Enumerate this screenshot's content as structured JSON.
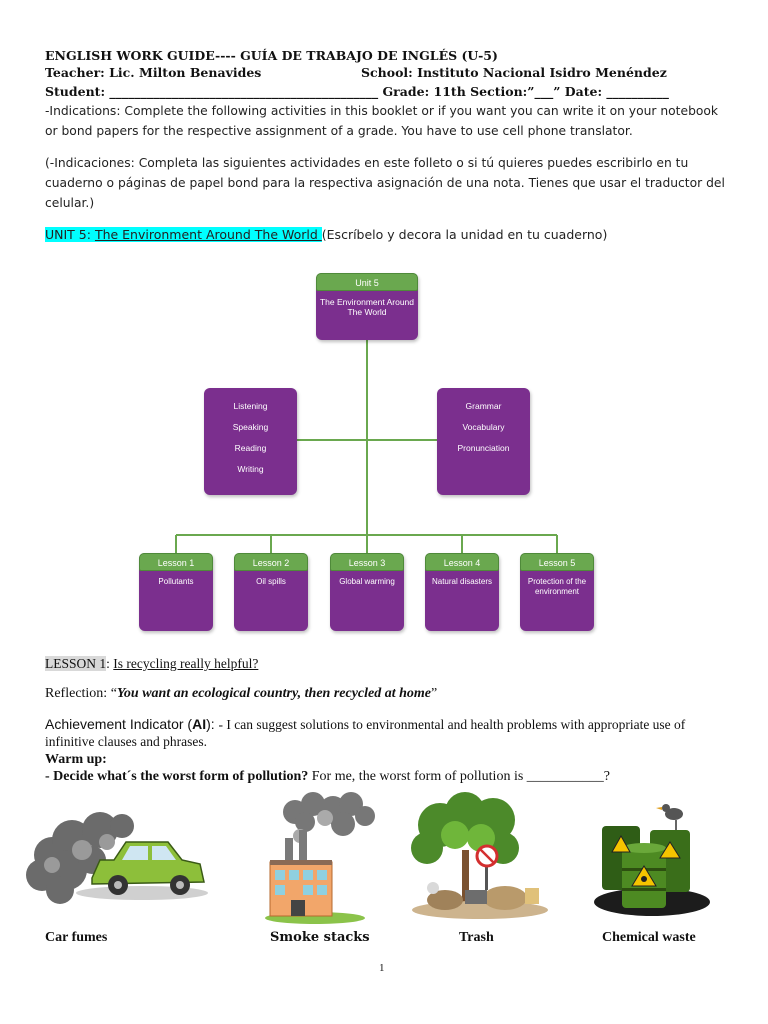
{
  "header": {
    "line1": "ENGLISH WORK GUIDE---- GUÍA DE TRABAJO DE INGLÉS (U-5)",
    "teacher": "Teacher: Lic. Milton Benavides",
    "school": "School: Instituto Nacional Isidro Menéndez",
    "student": "Student: ___________________________________________ Grade: 11th Section:”___” Date: __________"
  },
  "indications": {
    "en": "-Indications: Complete the following activities in this booklet or if you want you can write it on your notebook or bond papers for the respective assignment of a grade. You have to use cell phone translator.",
    "es": "(-Indicaciones: Completa las siguientes actividades en este folleto o si tú quieres puedes escribirlo en tu cuaderno o páginas de papel bond para la respectiva asignación de una nota. Tienes que usar el traductor del celular.)"
  },
  "unit": {
    "label": "UNIT 5: ",
    "title": " The Environment Around The World ",
    "note": "(Escríbelo y decora la unidad en tu cuaderno)"
  },
  "diagram": {
    "root": {
      "cap": "Unit 5",
      "body": "The Environment Around The World"
    },
    "skills_left": [
      "Listening",
      "Speaking",
      "Reading",
      "Writing"
    ],
    "skills_right": [
      "Grammar",
      "Vocabulary",
      "Pronunciation"
    ],
    "lessons": [
      {
        "cap": "Lesson 1",
        "body": "Pollutants"
      },
      {
        "cap": "Lesson 2",
        "body": "Oil spills"
      },
      {
        "cap": "Lesson 3",
        "body": "Global warming"
      },
      {
        "cap": "Lesson 4",
        "body": "Natural disasters"
      },
      {
        "cap": "Lesson 5",
        "body": "Protection of the environment"
      }
    ]
  },
  "lesson1": {
    "label": "LESSON 1",
    "sep": ": ",
    "title": "Is recycling really helpful?"
  },
  "reflection": {
    "label": "Reflection: “",
    "quote": "You want an ecological country, then recycled at home",
    "close": "”"
  },
  "achievement": {
    "label_a": "Achievement Indicator (",
    "label_b": "AI",
    "label_c": "): ",
    "text": "- I can suggest solutions to environmental and health problems with appropriate use of infinitive clauses and phrases."
  },
  "warmup": {
    "title": "Warm up:",
    "question": "- Decide what´s the worst form of pollution?",
    "answer": " For me, the worst form of pollution is ___________?"
  },
  "pictures": [
    {
      "caption": "Car fumes",
      "icon": "car-fumes-illustration"
    },
    {
      "caption": "Smoke stacks",
      "icon": "factory-smoke-illustration"
    },
    {
      "caption": "Trash",
      "icon": "trash-illustration"
    },
    {
      "caption": "Chemical waste",
      "icon": "chemical-barrels-illustration"
    }
  ],
  "page_number": "1",
  "colors": {
    "node": "#7b2f8e",
    "cap": "#6aa84f",
    "line": "#6aa84f",
    "highlight": "#00ffff"
  }
}
